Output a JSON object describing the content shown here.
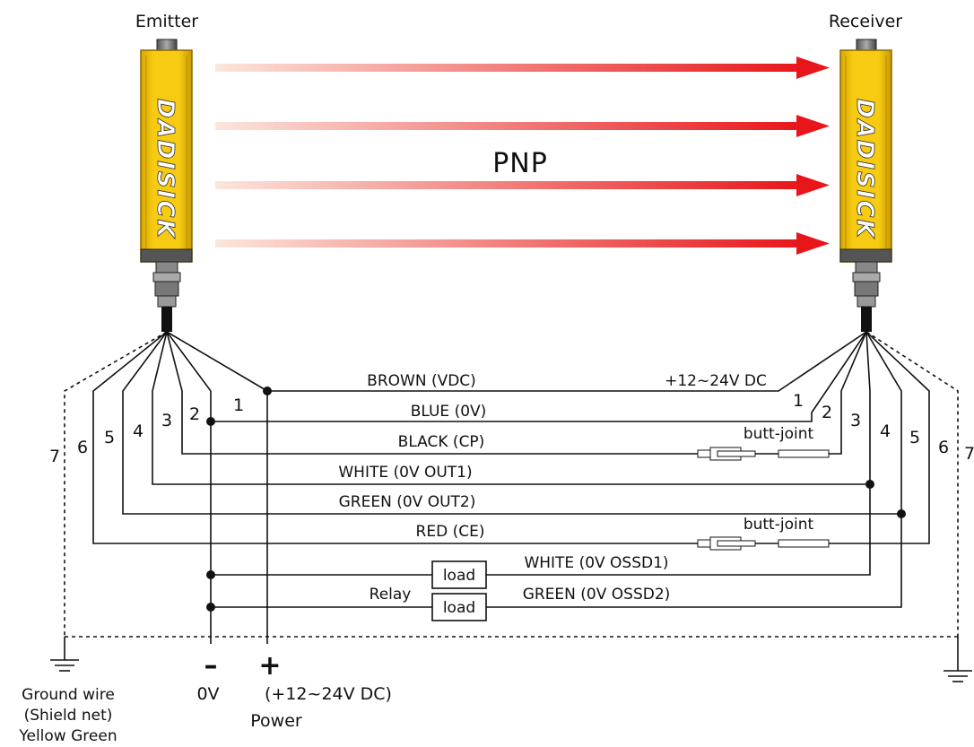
{
  "title": "PNP",
  "emitter_label": "Emitter",
  "receiver_label": "Receiver",
  "brand": "DADISICK",
  "wires": {
    "brown": "BROWN (VDC)",
    "blue": "BLUE (0V)",
    "black": "BLACK (CP)",
    "white_out1": "WHITE (0V OUT1)",
    "green_out2": "GREEN (0V OUT2)",
    "red": "RED (CE)",
    "white_ossd1": "WHITE (0V OSSD1)",
    "green_ossd2": "GREEN (0V OSSD2)"
  },
  "supply_label": "+12~24V DC",
  "butt_joint": "butt-joint",
  "load": "load",
  "relay": "Relay",
  "pins": [
    "1",
    "2",
    "3",
    "4",
    "5",
    "6",
    "7"
  ],
  "minus_sign": "–",
  "plus_sign": "+",
  "zero_v": "0V",
  "power_voltage": "(+12~24V DC)",
  "power": "Power",
  "ground_lines": [
    "Ground wire",
    "(Shield net)",
    "Yellow Green"
  ],
  "colors": {
    "housing": "#f5c400",
    "arrow_start": "#f7d6c8",
    "arrow_end": "#e8161b",
    "wire": "#111111"
  }
}
